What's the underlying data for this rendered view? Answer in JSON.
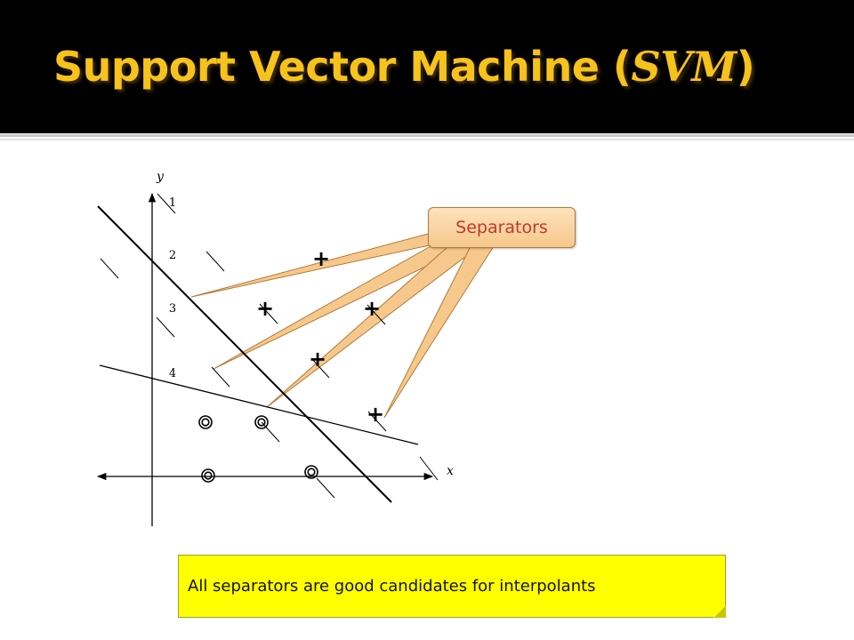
{
  "slide": {
    "title_main": "Support Vector Machine (",
    "title_abbr": "SVM",
    "title_close": ")"
  },
  "diagram": {
    "axis_x_label": "x",
    "axis_y_label": "y",
    "line_labels": [
      "1",
      "2",
      "3",
      "4"
    ],
    "positive_marker": "+",
    "callout_label": "Separators",
    "colors": {
      "title": "#f6c21c",
      "callout_fill": "#f6c88c",
      "callout_text": "#c0392b",
      "note_fill": "#ffff00"
    }
  },
  "note": {
    "text": "All separators are good candidates for interpolants"
  }
}
